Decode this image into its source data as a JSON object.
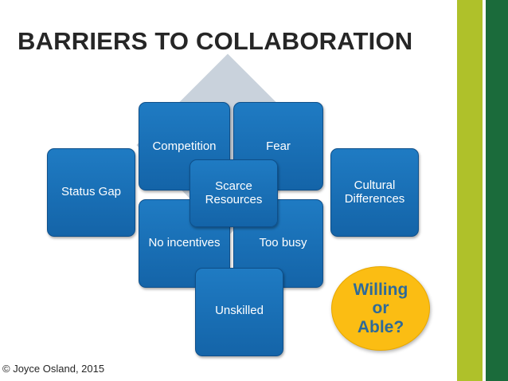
{
  "slide": {
    "title": "BARRIERS TO COLLABORATION",
    "copyright": "© Joyce Osland, 2015"
  },
  "diagram": {
    "boxes": {
      "status_gap": "Status Gap",
      "competition": "Competition",
      "fear": "Fear",
      "cultural_differences": "Cultural Differences",
      "scarce_resources": "Scarce Resources",
      "no_incentives": "No incentives",
      "too_busy": "Too busy",
      "unskilled": "Unskilled"
    },
    "callout": {
      "line1": "Willing",
      "line2": "or",
      "line3": "Able?"
    }
  },
  "colors": {
    "box_blue": "#1a6fb6",
    "diamond_gray": "#c9d2dc",
    "callout_yellow": "#fbbd13",
    "callout_text": "#2e6a99",
    "stripe_lime": "#afc12a",
    "stripe_green": "#1b6b3b"
  }
}
